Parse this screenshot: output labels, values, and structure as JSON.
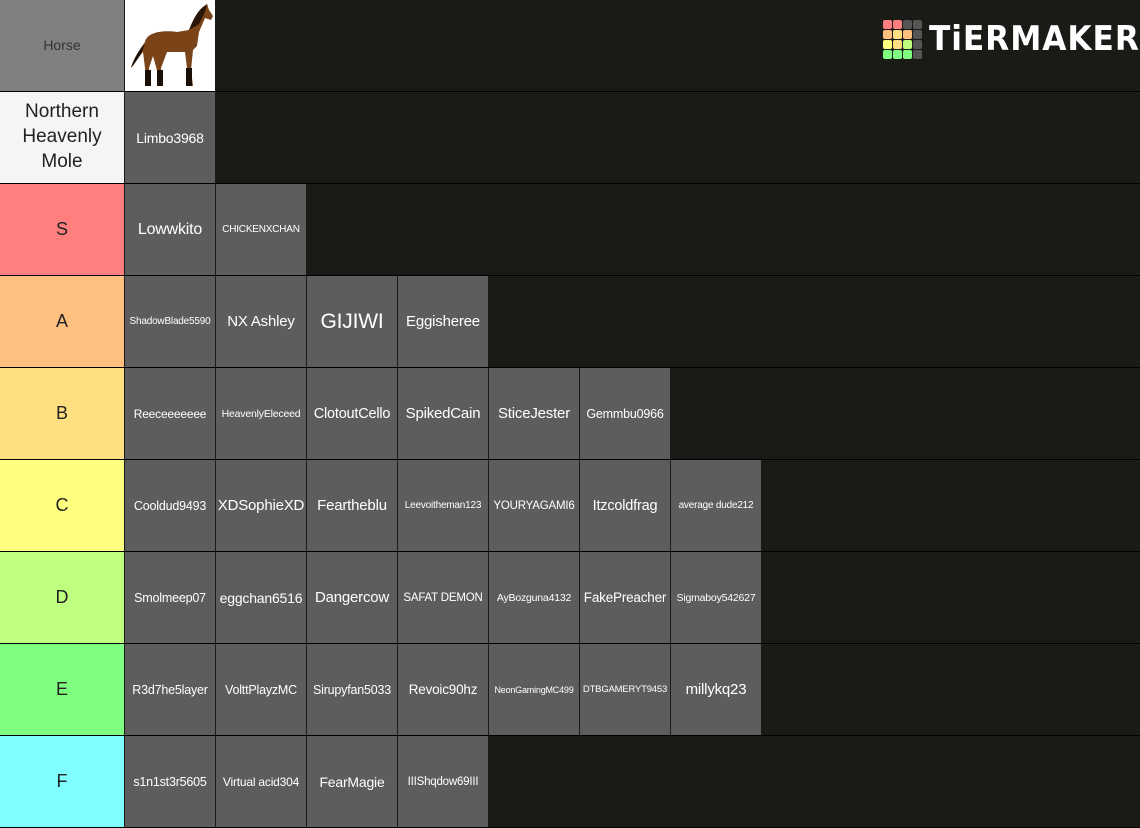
{
  "logo": {
    "text": "TiERMAKER",
    "grid_colors": [
      "#ff7f7f",
      "#ff7f7f",
      "#555555",
      "#555555",
      "#ffbf7f",
      "#ffdf7f",
      "#ffbf7f",
      "#555555",
      "#ffff7f",
      "#ffdf7f",
      "#bfff7f",
      "#555555",
      "#7fff7f",
      "#7fff7f",
      "#7fff7f",
      "#555555"
    ]
  },
  "tiers": [
    {
      "label": "Horse",
      "color": "#808080",
      "text_color": "#333333",
      "label_size": 14,
      "items": [
        {
          "type": "image",
          "icon": "horse-image"
        }
      ]
    },
    {
      "label": "Northern Heavenly Mole",
      "color": "#f5f5f5",
      "text_color": "#222222",
      "label_size": 19,
      "items": [
        {
          "text": "Limbo3968",
          "size": 14
        }
      ]
    },
    {
      "label": "S",
      "color": "#ff7f7f",
      "items": [
        {
          "text": "Lowwkito",
          "size": 16
        },
        {
          "text": "CHICKENXCHAN",
          "size": 10
        }
      ]
    },
    {
      "label": "A",
      "color": "#ffbf7f",
      "items": [
        {
          "text": "ShadowBlade5590",
          "size": 10
        },
        {
          "text": "NX Ashley",
          "size": 15
        },
        {
          "text": "GIJIWI",
          "size": 21
        },
        {
          "text": "Eggisheree",
          "size": 15
        }
      ]
    },
    {
      "label": "B",
      "color": "#ffdf7f",
      "items": [
        {
          "text": "Reeceeeeeee",
          "size": 12
        },
        {
          "text": "HeavenlyEleceed",
          "size": 10.5
        },
        {
          "text": "ClotoutCello",
          "size": 14.5
        },
        {
          "text": "SpikedCain",
          "size": 15
        },
        {
          "text": "SticeJester",
          "size": 15
        },
        {
          "text": "Gemmbu0966",
          "size": 12.5
        }
      ]
    },
    {
      "label": "C",
      "color": "#ffff7f",
      "items": [
        {
          "text": "Cooldud9493",
          "size": 12.5
        },
        {
          "text": "XDSophieXD",
          "size": 15
        },
        {
          "text": "Feartheblu",
          "size": 15
        },
        {
          "text": "Leevoitheman123",
          "size": 10
        },
        {
          "text": "YOURYAGAMI6",
          "size": 11.5
        },
        {
          "text": "Itzcoldfrag",
          "size": 14.5
        },
        {
          "text": "average dude212",
          "size": 10
        }
      ]
    },
    {
      "label": "D",
      "color": "#bfff7f",
      "items": [
        {
          "text": "Smolmeep07",
          "size": 12.5
        },
        {
          "text": "eggchan6516",
          "size": 14
        },
        {
          "text": "Dangercow",
          "size": 15
        },
        {
          "text": "SAFAT DEMON",
          "size": 11.5
        },
        {
          "text": "AyBozguna4132",
          "size": 10.5
        },
        {
          "text": "FakePreacher",
          "size": 13.5
        },
        {
          "text": "Sigmaboy542627",
          "size": 10.5
        }
      ]
    },
    {
      "label": "E",
      "color": "#7fff7f",
      "items": [
        {
          "text": "R3d7he5layer",
          "size": 12.5
        },
        {
          "text": "VolttPlayzMC",
          "size": 12.5
        },
        {
          "text": "Sirupyfan5033",
          "size": 12.5
        },
        {
          "text": "Revoic90hz",
          "size": 13.5
        },
        {
          "text": "NeonGamingMC499",
          "size": 9
        },
        {
          "text": "DTBGAMERYT9453",
          "size": 9.5
        },
        {
          "text": "millykq23",
          "size": 15
        }
      ]
    },
    {
      "label": "F",
      "color": "#7fffff",
      "items": [
        {
          "text": "s1n1st3r5605",
          "size": 12.5
        },
        {
          "text": "Virtual acid304",
          "size": 12
        },
        {
          "text": "FearMagie",
          "size": 14
        },
        {
          "text": "IIIShqdow69III",
          "size": 11.5
        }
      ]
    }
  ]
}
